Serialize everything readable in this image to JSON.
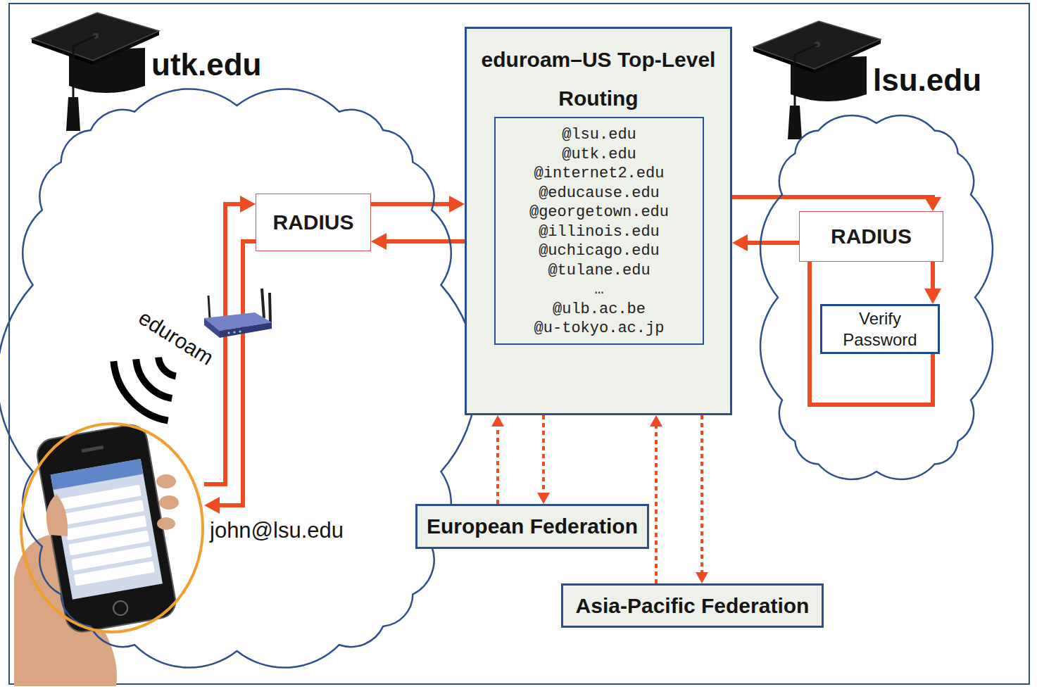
{
  "diagram": {
    "nodes": [
      {
        "text": [
          "utk.edu"
        ]
      },
      {
        "text": [
          "RADIUS"
        ],
        "in": 0
      },
      {
        "text": [
          "john@lsu.edu"
        ],
        "in": 0
      },
      {
        "text": [
          "eduroam–US Top-Level Routing"
        ]
      },
      {
        "text": [
          "@lsu.edu",
          "@utk.edu",
          "@internet2.edu",
          "@educause.edu",
          "@georgetown.edu",
          "@illinois.edu",
          "@uchicago.edu",
          "@tulane.edu",
          "…",
          "@ulb.ac.be",
          "@u-tokyo.ac.jp"
        ],
        "in": 3
      },
      {
        "text": [
          "lsu.edu"
        ]
      },
      {
        "text": [
          "RADIUS"
        ],
        "in": 5
      },
      {
        "text": [
          "Verify Password"
        ],
        "in": 5
      },
      {
        "text": [
          "European Federation"
        ]
      },
      {
        "text": [
          "Asia-Pacific Federation"
        ]
      }
    ],
    "edges": [
      {
        "from": 2,
        "to": 1,
        "arrow": "to"
      },
      {
        "from": 1,
        "to": 3,
        "arrow": "to"
      },
      {
        "from": 3,
        "to": 1,
        "arrow": "to"
      },
      {
        "from": 1,
        "to": 2,
        "arrow": "to"
      },
      {
        "from": 3,
        "to": 6,
        "arrow": "to"
      },
      {
        "from": 6,
        "to": 7,
        "arrow": "to"
      },
      {
        "from": 7,
        "to": 6,
        "arrow": "none"
      },
      {
        "from": 6,
        "to": 3,
        "arrow": "to"
      },
      {
        "from": 8,
        "to": 3,
        "arrow": "to"
      },
      {
        "from": 3,
        "to": 8,
        "arrow": "to"
      },
      {
        "from": 9,
        "to": 3,
        "arrow": "to"
      },
      {
        "from": 3,
        "to": 9,
        "arrow": "to"
      }
    ],
    "labels": [
      "eduroam"
    ]
  }
}
